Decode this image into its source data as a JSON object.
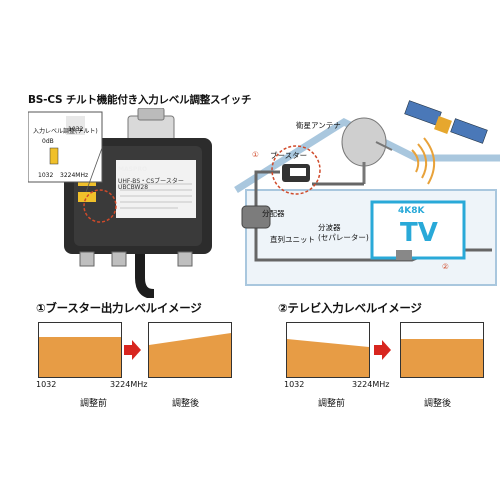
{
  "title": "BS-CS チルト機能付き入力レベル調整スイッチ",
  "product": {
    "brand": "MASPRO",
    "model_text": "UHF-BS・CSブースター",
    "model_code": "UBCBW28",
    "inset_label": "入力レベル調整(チルト)",
    "inset_0db": "0dB",
    "inset_tick_low": "1032",
    "inset_tick_high": "3224MHz",
    "tab_label": "1032"
  },
  "diagram": {
    "antenna_label": "衛星アンテナ",
    "booster_label": "ブースター",
    "splitter_label": "分配器",
    "unit_label": "直列ユニット",
    "separator_label_line1": "分波器",
    "separator_label_line2": "(セパレーター)",
    "tv_badge": "4K8K",
    "tv_label": "TV",
    "marker_1": "①",
    "marker_2": "②"
  },
  "section1": {
    "heading": "①ブースター出力レベルイメージ",
    "axis_low": "1032",
    "axis_high": "3224MHz",
    "before_label": "調整前",
    "after_label": "調整後"
  },
  "section2": {
    "heading": "②テレビ入力レベルイメージ",
    "axis_low": "1032",
    "axis_high": "3224MHz",
    "before_label": "調整前",
    "after_label": "調整後"
  },
  "colors": {
    "level_fill": "#e79c45",
    "arrow_red": "#d8261f",
    "signal_orange": "#e8a23a",
    "marker_red": "#d04a2a",
    "house_blue": "#a9c7de",
    "tv_blue": "#29a9d8"
  }
}
